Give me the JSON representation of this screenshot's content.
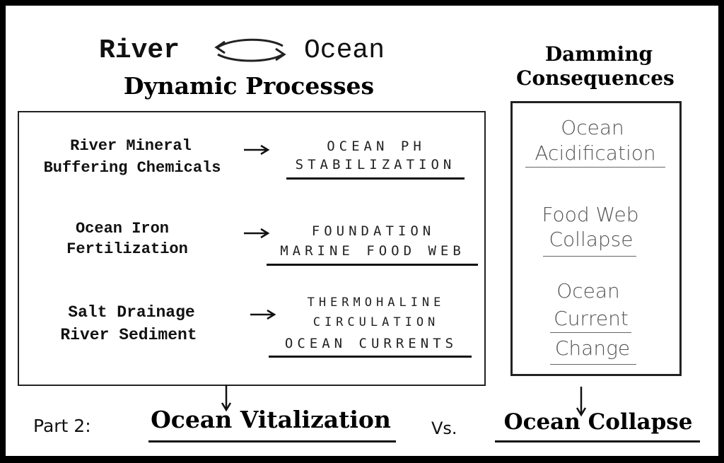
{
  "title": {
    "left": "River",
    "right": "Ocean",
    "subtitle": "Dynamic Processes"
  },
  "processes": [
    {
      "cause": [
        "River Mineral",
        "Buffering Chemicals"
      ],
      "effect": [
        "OCEAN PH",
        "STABILIZATION"
      ]
    },
    {
      "cause": [
        "Ocean Iron",
        "Fertilization"
      ],
      "effect": [
        "FOUNDATION",
        "MARINE FOOD WEB"
      ]
    },
    {
      "cause": [
        "Salt Drainage",
        "River Sediment"
      ],
      "effect": [
        "THERMOHALINE",
        "CIRCULATION",
        "OCEAN CURRENTS"
      ]
    }
  ],
  "consequences": {
    "title": [
      "Damming",
      "Consequences"
    ],
    "items": [
      [
        "Ocean",
        "Acidification"
      ],
      [
        "Food Web",
        "Collapse"
      ],
      [
        "Ocean",
        "Current",
        "Change"
      ]
    ]
  },
  "bottom": {
    "part": "Part 2:",
    "left": "Ocean Vitalization",
    "vs": "Vs.",
    "right": "Ocean Collapse"
  }
}
